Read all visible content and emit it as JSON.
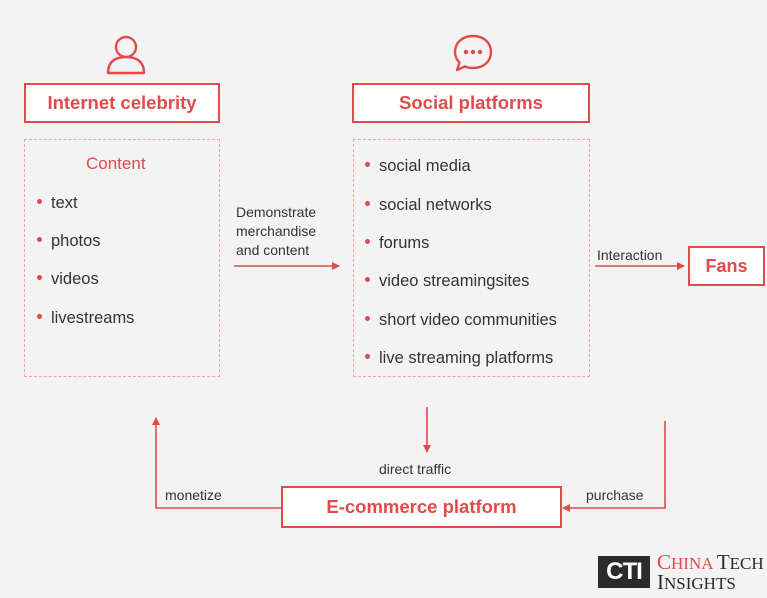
{
  "celebrity": {
    "title": "Internet celebrity",
    "icon": "person-icon",
    "content_heading": "Content",
    "items": [
      "text",
      "photos",
      "videos",
      "livestreams"
    ]
  },
  "social": {
    "title": "Social platforms",
    "icon": "speech-bubble-icon",
    "items": [
      "social media",
      "social networks",
      "forums",
      "video streamingsites",
      "short video communities",
      "live streaming platforms"
    ]
  },
  "fans": {
    "title": "Fans"
  },
  "ecommerce": {
    "title": "E-commerce platform"
  },
  "edges": {
    "demonstrate": [
      "Demonstrate",
      "merchandise",
      "and content"
    ],
    "interaction": "Interaction",
    "direct_traffic": "direct traffic",
    "purchase": "purchase",
    "monetize": "monetize"
  },
  "logo": {
    "mark": "CTI",
    "line1_first": "C",
    "line1_rest": "HINA",
    "line1_second": "T",
    "line1_second_rest": "ECH",
    "line2_first": "I",
    "line2_rest": "NSIGHTS"
  },
  "colors": {
    "accent": "#e14b4b",
    "dashed": "#f0a5a5",
    "background": "#f3f3f3",
    "text": "#333333"
  }
}
